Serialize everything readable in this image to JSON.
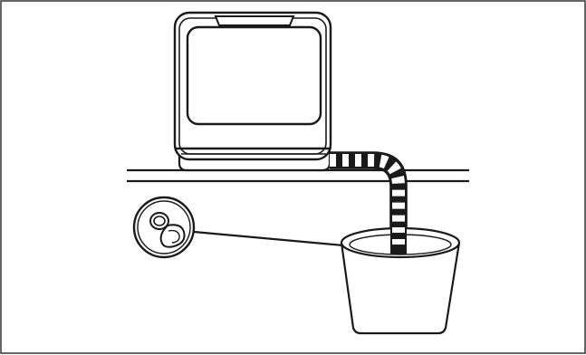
{
  "figure": {
    "description_free": true,
    "elements": {
      "frame": "frame-border",
      "appliance": "countertop-dishwasher",
      "door": "dishwasher-door",
      "handle": "door-handle",
      "counter": "countertop",
      "hose": "drain-hose",
      "bucket": "bucket",
      "detail": "magnified-detail-callout",
      "detail_icon": "hose-cap-icon",
      "leader": "callout-leader-line"
    },
    "colors": {
      "stroke": "#1a1a1a",
      "fill": "#ffffff",
      "frame": "#333333"
    }
  }
}
